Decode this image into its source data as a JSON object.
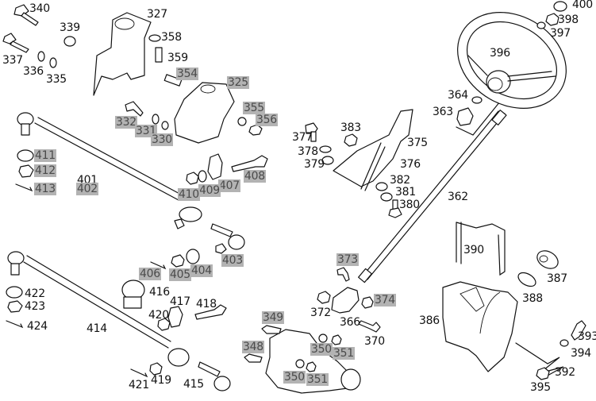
{
  "diagram": {
    "type": "exploded-parts-diagram",
    "subject": "steering assembly",
    "highlight_color": "#b3b3b3",
    "labels": [
      {
        "id": "340",
        "highlighted": false
      },
      {
        "id": "339",
        "highlighted": false
      },
      {
        "id": "337",
        "highlighted": false
      },
      {
        "id": "336",
        "highlighted": false
      },
      {
        "id": "335",
        "highlighted": false
      },
      {
        "id": "327",
        "highlighted": false
      },
      {
        "id": "358",
        "highlighted": false
      },
      {
        "id": "359",
        "highlighted": false
      },
      {
        "id": "354",
        "highlighted": true
      },
      {
        "id": "325",
        "highlighted": true
      },
      {
        "id": "355",
        "highlighted": true
      },
      {
        "id": "356",
        "highlighted": true
      },
      {
        "id": "332",
        "highlighted": true
      },
      {
        "id": "331",
        "highlighted": true
      },
      {
        "id": "330",
        "highlighted": true
      },
      {
        "id": "411",
        "highlighted": true
      },
      {
        "id": "412",
        "highlighted": true
      },
      {
        "id": "413",
        "highlighted": true
      },
      {
        "id": "401",
        "highlighted": false
      },
      {
        "id": "402",
        "highlighted": true
      },
      {
        "id": "408",
        "highlighted": true
      },
      {
        "id": "407",
        "highlighted": true
      },
      {
        "id": "409",
        "highlighted": true
      },
      {
        "id": "410",
        "highlighted": true
      },
      {
        "id": "403",
        "highlighted": true
      },
      {
        "id": "404",
        "highlighted": true
      },
      {
        "id": "405",
        "highlighted": true
      },
      {
        "id": "406",
        "highlighted": true
      },
      {
        "id": "422",
        "highlighted": false
      },
      {
        "id": "423",
        "highlighted": false
      },
      {
        "id": "424",
        "highlighted": false
      },
      {
        "id": "414",
        "highlighted": false
      },
      {
        "id": "416",
        "highlighted": false
      },
      {
        "id": "417",
        "highlighted": false
      },
      {
        "id": "418",
        "highlighted": false
      },
      {
        "id": "420",
        "highlighted": false
      },
      {
        "id": "421",
        "highlighted": false
      },
      {
        "id": "419",
        "highlighted": false
      },
      {
        "id": "415",
        "highlighted": false
      },
      {
        "id": "349",
        "highlighted": true
      },
      {
        "id": "348",
        "highlighted": true
      },
      {
        "id": "350",
        "highlighted": true
      },
      {
        "id": "351",
        "highlighted": true
      },
      {
        "id": "350b",
        "text": "350",
        "highlighted": true
      },
      {
        "id": "351b",
        "text": "351",
        "highlighted": true
      },
      {
        "id": "377",
        "highlighted": false
      },
      {
        "id": "383",
        "highlighted": false
      },
      {
        "id": "378",
        "highlighted": false
      },
      {
        "id": "379",
        "highlighted": false
      },
      {
        "id": "375",
        "highlighted": false
      },
      {
        "id": "376",
        "highlighted": false
      },
      {
        "id": "382",
        "highlighted": false
      },
      {
        "id": "381",
        "highlighted": false
      },
      {
        "id": "380",
        "highlighted": false
      },
      {
        "id": "362",
        "highlighted": false
      },
      {
        "id": "373",
        "highlighted": true
      },
      {
        "id": "374",
        "highlighted": true
      },
      {
        "id": "372",
        "highlighted": false
      },
      {
        "id": "366",
        "highlighted": false
      },
      {
        "id": "370",
        "highlighted": false
      },
      {
        "id": "400",
        "highlighted": false
      },
      {
        "id": "398",
        "highlighted": false
      },
      {
        "id": "397",
        "highlighted": false
      },
      {
        "id": "396",
        "highlighted": false
      },
      {
        "id": "364",
        "highlighted": false
      },
      {
        "id": "363",
        "highlighted": false
      },
      {
        "id": "390",
        "highlighted": false
      },
      {
        "id": "387",
        "highlighted": false
      },
      {
        "id": "388",
        "highlighted": false
      },
      {
        "id": "386",
        "highlighted": false
      },
      {
        "id": "393",
        "highlighted": false
      },
      {
        "id": "394",
        "highlighted": false
      },
      {
        "id": "392",
        "highlighted": false
      },
      {
        "id": "395",
        "highlighted": false
      }
    ]
  }
}
